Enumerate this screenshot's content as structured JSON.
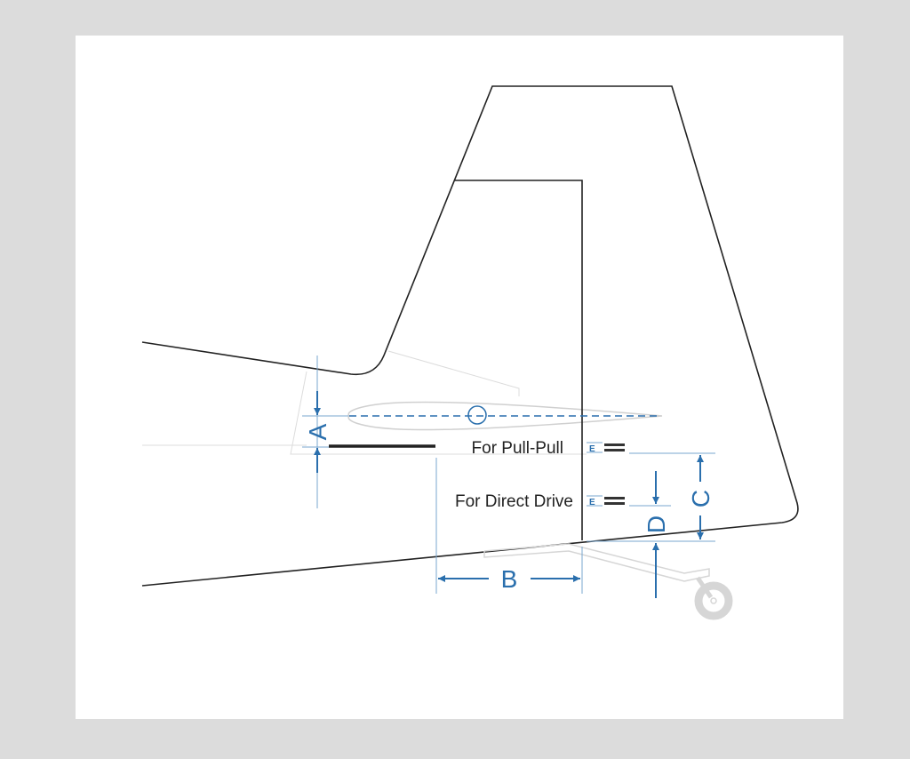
{
  "labels": {
    "pull_pull": "For Pull-Pull",
    "direct_drive": "For Direct Drive",
    "dim_a": "A",
    "dim_b": "B",
    "dim_c": "C",
    "dim_d": "D",
    "e_marker_1": "E",
    "e_marker_2": "E"
  },
  "colors": {
    "background": "#dcdcdc",
    "panel": "#ffffff",
    "dimension": "#2a6fad",
    "outline": "#222222",
    "ghost": "#d4d4d4"
  }
}
